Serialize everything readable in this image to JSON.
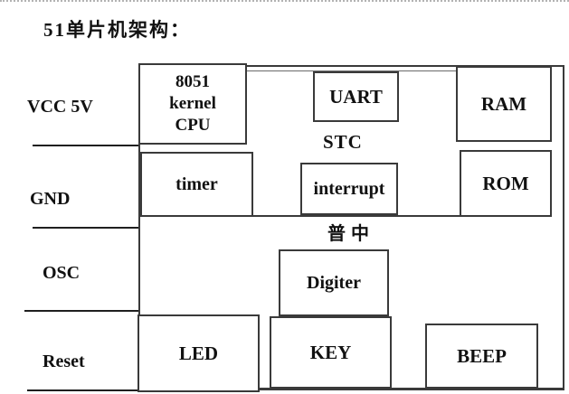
{
  "page": {
    "title": "51单片机架构："
  },
  "pins": [
    {
      "id": "vcc",
      "label": "VCC 5V"
    },
    {
      "id": "gnd",
      "label": "GND"
    },
    {
      "id": "osc",
      "label": "OSC"
    },
    {
      "id": "reset",
      "label": "Reset"
    }
  ],
  "blocks": [
    {
      "id": "cpu",
      "label": "8051\nkernel\nCPU"
    },
    {
      "id": "uart",
      "label": "UART"
    },
    {
      "id": "ram",
      "label": "RAM"
    },
    {
      "id": "timer",
      "label": "timer"
    },
    {
      "id": "interrupt",
      "label": "interrupt"
    },
    {
      "id": "rom",
      "label": "ROM"
    },
    {
      "id": "digiter",
      "label": "Digiter"
    },
    {
      "id": "led",
      "label": "LED"
    },
    {
      "id": "key",
      "label": "KEY"
    },
    {
      "id": "beep",
      "label": "BEEP"
    }
  ],
  "chip_labels": {
    "vendor_top": "STC",
    "vendor_bottom": "普中"
  },
  "colors": {
    "line": "#3a3a3a",
    "text": "#111111",
    "background": "#ffffff"
  }
}
